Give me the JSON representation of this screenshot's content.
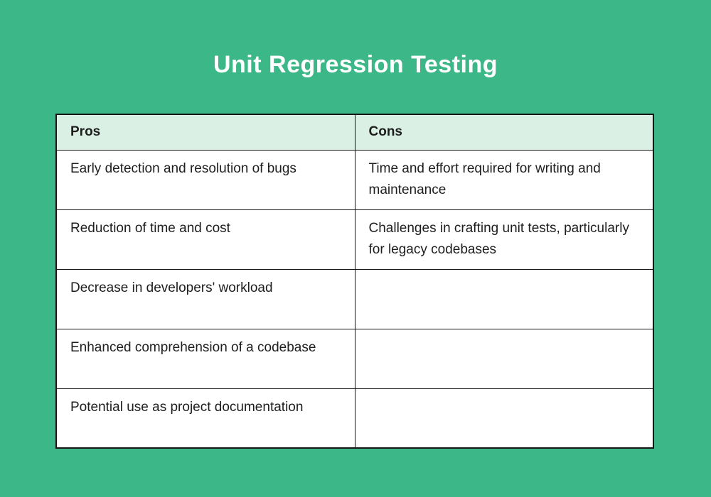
{
  "title": "Unit Regression Testing",
  "colors": {
    "page_background": "#3cb787",
    "header_background": "#daf0e5",
    "cell_background": "#ffffff",
    "border": "#161616",
    "title_text": "#ffffff",
    "body_text": "#1e1e1e"
  },
  "table": {
    "columns": [
      "Pros",
      "Cons"
    ],
    "rows": [
      {
        "pros": "Early detection and resolution of bugs",
        "cons": "Time and effort required for writing and maintenance"
      },
      {
        "pros": "Reduction of time and cost",
        "cons": "Challenges in crafting unit tests, particularly for legacy codebases"
      },
      {
        "pros": "Decrease in developers' workload",
        "cons": ""
      },
      {
        "pros": "Enhanced comprehension of a codebase",
        "cons": ""
      },
      {
        "pros": "Potential use as project documentation",
        "cons": ""
      }
    ]
  }
}
